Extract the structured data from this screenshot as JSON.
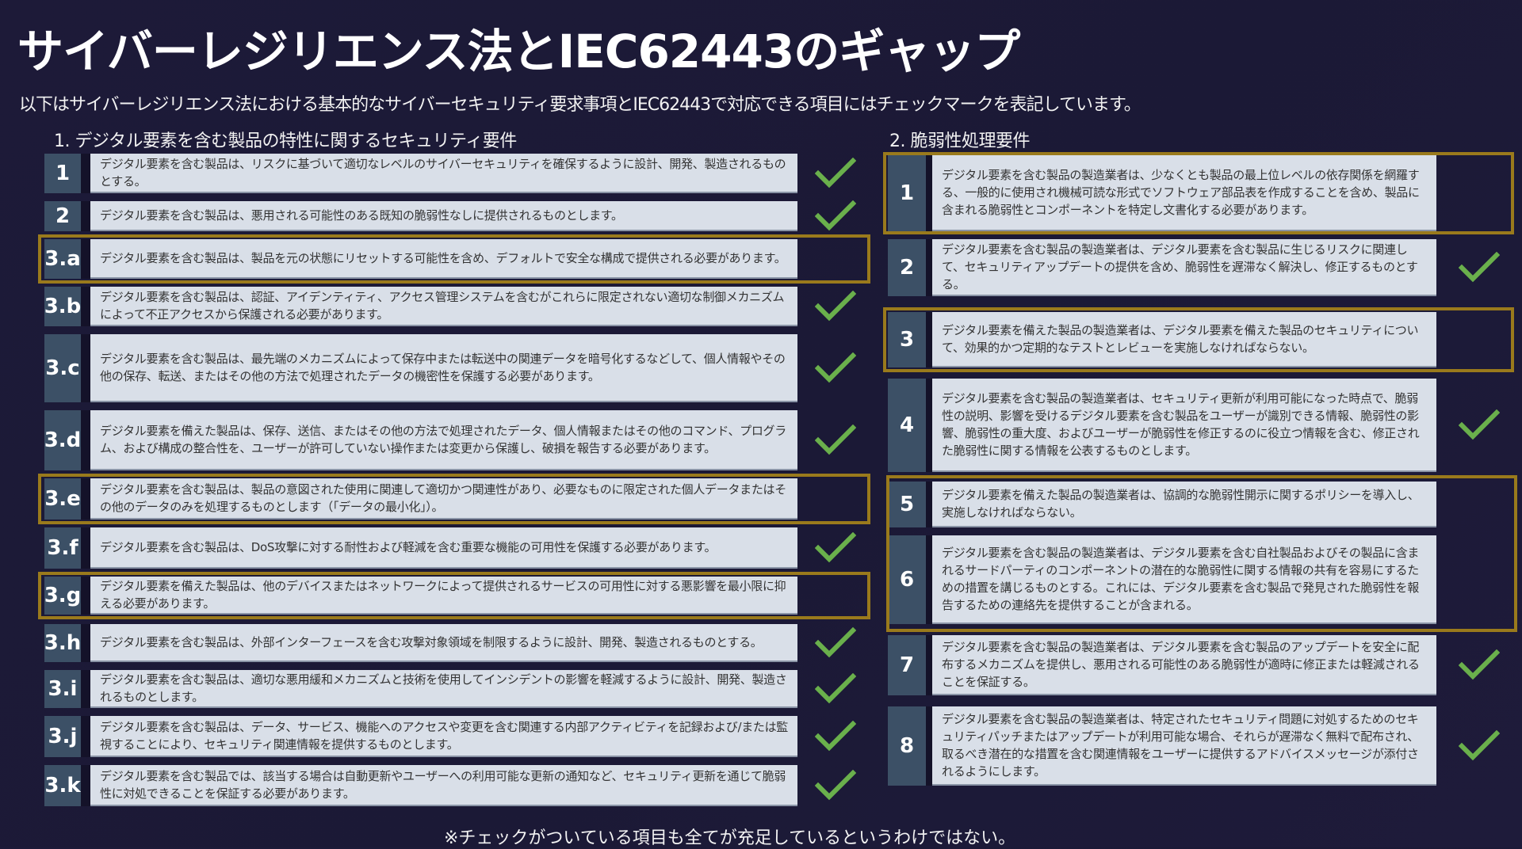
{
  "title": "サイバーレジリエンス法とIEC62443のギャップ",
  "subtitle": "以下はサイバーレジリエンス法における基本的なサイバーセキュリティ要求事項とIEC62443で対応できる項目にはチェックマークを表記しています。",
  "colors": {
    "background": "#1c1a37",
    "number_box": "#3c5066",
    "text_box": "#d9dfe8",
    "check": "#6ab04c",
    "highlight_border": "#9a7a1c"
  },
  "section1": {
    "heading": "1. デジタル要素を含む製品の特性に関するセキュリティ要件",
    "items": [
      {
        "id": "1",
        "text": "デジタル要素を含む製品は、リスクに基づいて適切なレベルのサイバーセキュリティを確保するように設計、開発、製造されるものとする。",
        "checked": true,
        "highlighted": false
      },
      {
        "id": "2",
        "text": "デジタル要素を含む製品は、悪用される可能性のある既知の脆弱性なしに提供されるものとします。",
        "checked": true,
        "highlighted": false
      },
      {
        "id": "3.a",
        "text": "デジタル要素を含む製品は、製品を元の状態にリセットする可能性を含め、デフォルトで安全な構成で提供される必要があります。",
        "checked": false,
        "highlighted": true
      },
      {
        "id": "3.b",
        "text": "デジタル要素を含む製品は、認証、アイデンティティ、アクセス管理システムを含むがこれらに限定されない適切な制御メカニズムによって不正アクセスから保護される必要があります。",
        "checked": true,
        "highlighted": false
      },
      {
        "id": "3.c",
        "text": "デジタル要素を含む製品は、最先端のメカニズムによって保存中または転送中の関連データを暗号化するなどして、個人情報やその他の保存、転送、またはその他の方法で処理されたデータの機密性を保護する必要があります。",
        "checked": true,
        "highlighted": false
      },
      {
        "id": "3.d",
        "text": "デジタル要素を備えた製品は、保存、送信、またはその他の方法で処理されたデータ、個人情報またはその他のコマンド、プログラム、および構成の整合性を、ユーザーが許可していない操作または変更から保護し、破損を報告する必要があります。",
        "checked": true,
        "highlighted": false
      },
      {
        "id": "3.e",
        "text": "デジタル要素を含む製品は、製品の意図された使用に関連して適切かつ関連性があり、必要なものに限定された個人データまたはその他のデータのみを処理するものとします（「データの最小化」）。",
        "checked": false,
        "highlighted": true
      },
      {
        "id": "3.f",
        "text": "デジタル要素を含む製品は、DoS攻撃に対する耐性および軽減を含む重要な機能の可用性を保護する必要があります。",
        "checked": true,
        "highlighted": false
      },
      {
        "id": "3.g",
        "text": "デジタル要素を備えた製品は、他のデバイスまたはネットワークによって提供されるサービスの可用性に対する悪影響を最小限に抑える必要があります。",
        "checked": false,
        "highlighted": true
      },
      {
        "id": "3.h",
        "text": "デジタル要素を含む製品は、外部インターフェースを含む攻撃対象領域を制限するように設計、開発、製造されるものとする。",
        "checked": true,
        "highlighted": false
      },
      {
        "id": "3.i",
        "text": "デジタル要素を含む製品は、適切な悪用緩和メカニズムと技術を使用してインシデントの影響を軽減するように設計、開発、製造されるものとします。",
        "checked": true,
        "highlighted": false
      },
      {
        "id": "3.j",
        "text": "デジタル要素を含む製品は、データ、サービス、機能へのアクセスや変更を含む関連する内部アクティビティを記録および/または監視することにより、セキュリティ関連情報を提供するものとします。",
        "checked": true,
        "highlighted": false
      },
      {
        "id": "3.k",
        "text": "デジタル要素を含む製品では、該当する場合は自動更新やユーザーへの利用可能な更新の通知など、セキュリティ更新を通じて脆弱性に対処できることを保証する必要があります。",
        "checked": true,
        "highlighted": false
      }
    ]
  },
  "section2": {
    "heading": "2. 脆弱性処理要件",
    "items": [
      {
        "id": "1",
        "text": "デジタル要素を含む製品の製造業者は、少なくとも製品の最上位レベルの依存関係を網羅する、一般的に使用され機械可読な形式でソフトウェア部品表を作成することを含め、製品に含まれる脆弱性とコンポーネントを特定し文書化する必要があります。",
        "checked": false,
        "highlighted": true
      },
      {
        "id": "2",
        "text": "デジタル要素を含む製品の製造業者は、デジタル要素を含む製品に生じるリスクに関連して、セキュリティアップデートの提供を含め、脆弱性を遅滞なく解決し、修正するものとする。",
        "checked": true,
        "highlighted": false
      },
      {
        "id": "3",
        "text": "デジタル要素を備えた製品の製造業者は、デジタル要素を備えた製品のセキュリティについて、効果的かつ定期的なテストとレビューを実施しなければならない。",
        "checked": false,
        "highlighted": true
      },
      {
        "id": "4",
        "text": "デジタル要素を含む製品の製造業者は、セキュリティ更新が利用可能になった時点で、脆弱性の説明、影響を受けるデジタル要素を含む製品をユーザーが識別できる情報、脆弱性の影響、脆弱性の重大度、およびユーザーが脆弱性を修正するのに役立つ情報を含む、修正された脆弱性に関する情報を公表するものとします。",
        "checked": true,
        "highlighted": false
      },
      {
        "id": "5",
        "text": "デジタル要素を備えた製品の製造業者は、協調的な脆弱性開示に関するポリシーを導入し、実施しなければならない。",
        "checked": false,
        "highlighted": true
      },
      {
        "id": "6",
        "text": "デジタル要素を含む製品の製造業者は、デジタル要素を含む自社製品およびその製品に含まれるサードパーティのコンポーネントの潜在的な脆弱性に関する情報の共有を容易にするための措置を講じるものとする。これには、デジタル要素を含む製品で発見された脆弱性を報告するための連絡先を提供することが含まれる。",
        "checked": false,
        "highlighted": true
      },
      {
        "id": "7",
        "text": "デジタル要素を含む製品の製造業者は、デジタル要素を含む製品のアップデートを安全に配布するメカニズムを提供し、悪用される可能性のある脆弱性が適時に修正または軽減されることを保証する。",
        "checked": true,
        "highlighted": false
      },
      {
        "id": "8",
        "text": "デジタル要素を含む製品の製造業者は、特定されたセキュリティ問題に対処するためのセキュリティパッチまたはアップデートが利用可能な場合、それらが遅滞なく無料で配布され、取るべき潜在的な措置を含む関連情報をユーザーに提供するアドバイスメッセージが添付されるようにします。",
        "checked": true,
        "highlighted": false
      }
    ]
  },
  "footnote": "※チェックがついている項目も全てが充足しているというわけではない。"
}
